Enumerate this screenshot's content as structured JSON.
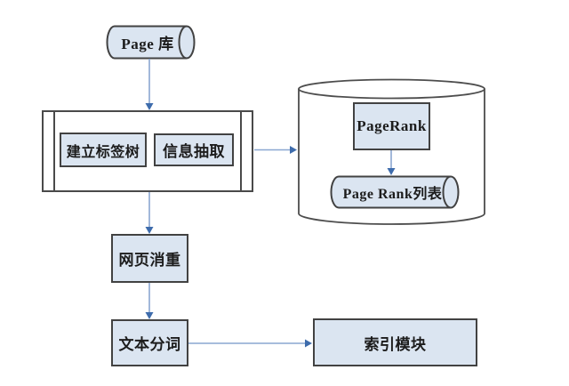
{
  "diagram": {
    "background": "#ffffff",
    "colors": {
      "node_fill": "#dbe5f1",
      "node_border": "#424242",
      "container_fill": "#ffffff",
      "cylinder_fill": "#ffffff",
      "arrow_line": "#8aa7d1",
      "arrow_head": "#3e6cac",
      "text": "#1c1c1c"
    },
    "nodes": {
      "page_store": {
        "label": "Page 库",
        "shape": "horizontal-cylinder"
      },
      "build_tag_tree": {
        "label": "建立标签树",
        "shape": "process"
      },
      "info_extraction": {
        "label": "信息抽取",
        "shape": "process"
      },
      "pagerank": {
        "label": "PageRank",
        "shape": "process"
      },
      "pagerank_list": {
        "label": "Page Rank列表",
        "shape": "horizontal-cylinder"
      },
      "page_dedup": {
        "label": "网页消重",
        "shape": "process"
      },
      "text_segmentation": {
        "label": "文本分词",
        "shape": "process"
      },
      "index_module": {
        "label": "索引模块",
        "shape": "process"
      }
    },
    "containers": {
      "parser": {
        "shape": "predefined-process",
        "children": [
          "build_tag_tree",
          "info_extraction"
        ]
      },
      "pagerank_db": {
        "shape": "vertical-cylinder",
        "children": [
          "pagerank",
          "pagerank_list"
        ]
      }
    },
    "edges": [
      {
        "from": "page_store",
        "to": "parser"
      },
      {
        "from": "parser",
        "to": "pagerank_db"
      },
      {
        "from": "pagerank",
        "to": "pagerank_list"
      },
      {
        "from": "parser",
        "to": "page_dedup"
      },
      {
        "from": "page_dedup",
        "to": "text_segmentation"
      },
      {
        "from": "text_segmentation",
        "to": "index_module"
      }
    ]
  }
}
